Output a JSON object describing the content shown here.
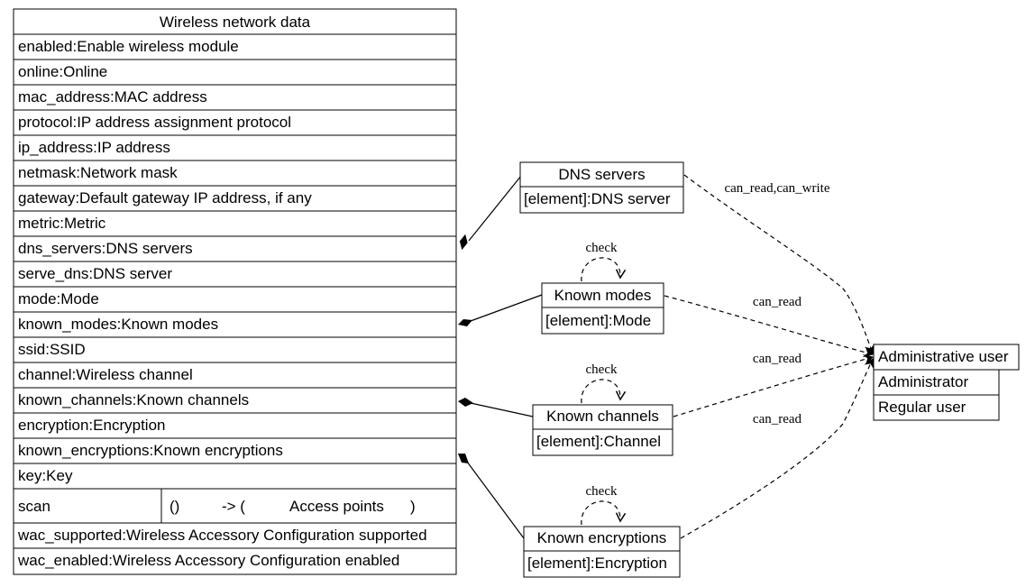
{
  "main_table": {
    "title": "Wireless network data",
    "rows": [
      "enabled:Enable wireless module",
      "online:Online",
      "mac_address:MAC address",
      "protocol:IP address assignment protocol",
      "ip_address:IP address",
      "netmask:Network mask",
      "gateway:Default gateway IP address, if any",
      "metric:Metric",
      "dns_servers:DNS servers",
      "serve_dns:DNS server",
      "mode:Mode",
      "known_modes:Known modes",
      "ssid:SSID",
      "channel:Wireless channel",
      "known_channels:Known channels",
      "encryption:Encryption",
      "known_encryptions:Known encryptions",
      "key:Key"
    ],
    "method_row": {
      "name": "scan",
      "params": "()",
      "arrow": "-> (",
      "returns": "Access points",
      "close": ")"
    },
    "tail_rows": [
      "wac_supported:Wireless Accessory Configuration supported",
      "wac_enabled:Wireless Accessory Configuration enabled"
    ]
  },
  "lists": {
    "dns_servers": {
      "title": "DNS servers",
      "element": "[element]:DNS server"
    },
    "known_modes": {
      "title": "Known modes",
      "element": "[element]:Mode"
    },
    "known_channels": {
      "title": "Known channels",
      "element": "[element]:Channel"
    },
    "known_encryptions": {
      "title": "Known encryptions",
      "element": "[element]:Encryption"
    }
  },
  "users": {
    "title": "Administrative user",
    "items": [
      "Administrator",
      "Regular user"
    ]
  },
  "edge_labels": {
    "dns": "can_read,can_write",
    "modes": "can_read",
    "channels": "can_read",
    "encryptions": "can_read",
    "check_modes": "check",
    "check_channels": "check",
    "check_encryptions": "check"
  }
}
